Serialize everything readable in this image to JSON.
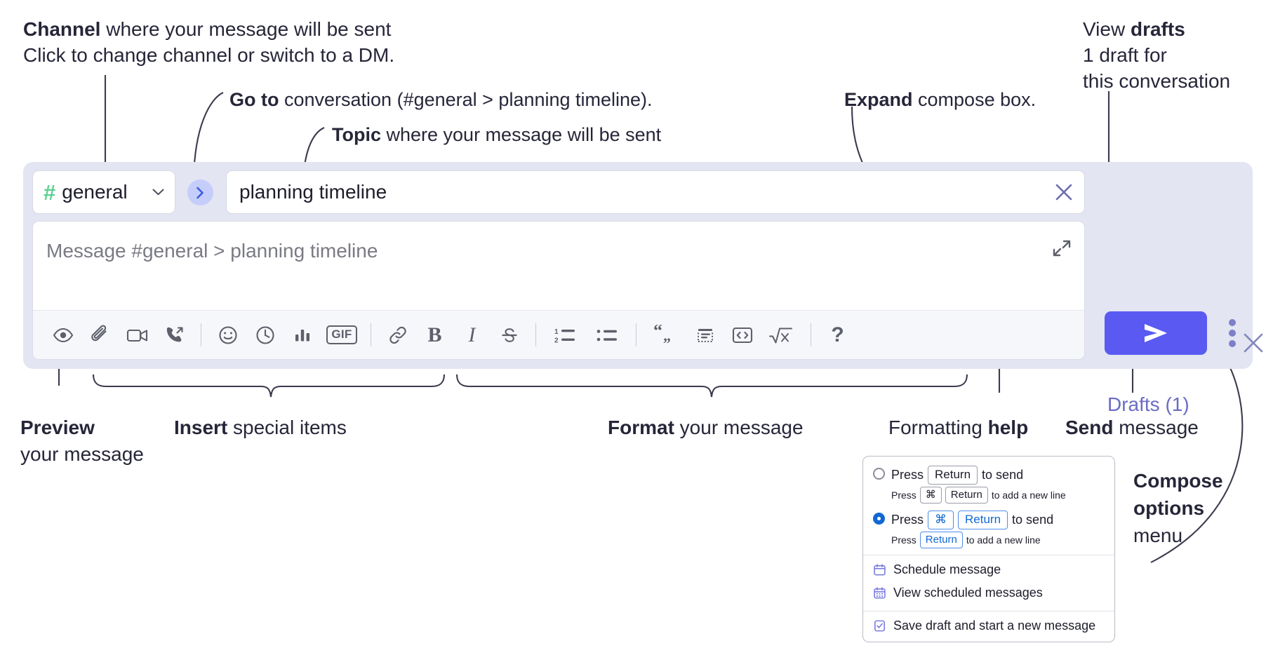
{
  "annotations": {
    "channel": {
      "bold": "Channel",
      "rest": " where your message will be sent",
      "sub": "Click to change channel or switch to a DM."
    },
    "goto": {
      "bold": "Go to",
      "rest": " conversation (#general > planning timeline)."
    },
    "topic": {
      "bold": "Topic",
      "rest": " where your message will be sent"
    },
    "expand": {
      "bold": "Expand",
      "rest": " compose box."
    },
    "drafts": {
      "pre": "View ",
      "bold": "drafts",
      "sub1": "1 draft for",
      "sub2": "this conversation"
    },
    "preview": {
      "bold": "Preview",
      "line2": "your message"
    },
    "insert": {
      "bold": "Insert",
      "rest": " special items"
    },
    "format": {
      "bold": "Format",
      "rest": " your message"
    },
    "help": {
      "pre": "Formatting ",
      "bold": "help"
    },
    "send": {
      "bold": "Send",
      "rest": " message"
    },
    "compose_options": {
      "bold1": "Compose",
      "bold2": "options",
      "rest": "menu"
    }
  },
  "compose": {
    "channel": {
      "hash": "#",
      "name": "general",
      "chevron_icon": "chevron-down-icon"
    },
    "goto_button": {
      "icon": "chevron-right-icon"
    },
    "topic": {
      "value": "planning timeline",
      "clear_icon": "close-x-icon"
    },
    "message": {
      "placeholder": "Message #general > planning timeline",
      "value": "",
      "expand_icon": "expand-diagonal-icon"
    },
    "toolbar": [
      {
        "name": "preview-icon",
        "label": "Preview",
        "kind": "eye"
      },
      {
        "name": "attach-icon",
        "label": "Attach file",
        "kind": "paperclip"
      },
      {
        "name": "video-icon",
        "label": "Video clip",
        "kind": "video"
      },
      {
        "name": "audio-call-icon",
        "label": "Audio clip",
        "kind": "phone"
      },
      {
        "name": "divider-1",
        "kind": "divider"
      },
      {
        "name": "emoji-icon",
        "label": "Emoji",
        "kind": "smiley"
      },
      {
        "name": "reminder-icon",
        "label": "Reminder",
        "kind": "clock"
      },
      {
        "name": "poll-icon",
        "label": "Poll",
        "kind": "bars"
      },
      {
        "name": "gif-icon",
        "label": "GIF",
        "kind": "gif"
      },
      {
        "name": "divider-2",
        "kind": "divider"
      },
      {
        "name": "link-icon",
        "label": "Link",
        "kind": "link"
      },
      {
        "name": "bold-icon",
        "label": "B",
        "kind": "bold"
      },
      {
        "name": "italic-icon",
        "label": "I",
        "kind": "italic"
      },
      {
        "name": "strikethrough-icon",
        "label": "Strikethrough",
        "kind": "strike"
      },
      {
        "name": "divider-3",
        "kind": "divider"
      },
      {
        "name": "ordered-list-icon",
        "label": "Numbered list",
        "kind": "ol"
      },
      {
        "name": "bulleted-list-icon",
        "label": "Bulleted list",
        "kind": "ul"
      },
      {
        "name": "divider-4",
        "kind": "divider"
      },
      {
        "name": "blockquote-icon",
        "label": "Blockquote",
        "kind": "quote"
      },
      {
        "name": "code-block-icon",
        "label": "Code block",
        "kind": "codeblock"
      },
      {
        "name": "inline-code-icon",
        "label": "Code",
        "kind": "code"
      },
      {
        "name": "math-icon",
        "label": "Math",
        "kind": "math"
      },
      {
        "name": "divider-5",
        "kind": "divider"
      },
      {
        "name": "formatting-help-icon",
        "label": "?",
        "kind": "help"
      }
    ],
    "send_button": {
      "icon": "send-paper-plane-icon"
    },
    "kebab_button": {
      "icon": "vertical-dots-icon"
    },
    "close_button": {
      "icon": "close-x-icon"
    },
    "drafts_link": "Drafts (1)"
  },
  "options_menu": {
    "radio_options": [
      {
        "selected": false,
        "main": [
          {
            "t": "Press",
            "k": false
          },
          {
            "t": "Return",
            "k": true
          },
          {
            "t": "to send",
            "k": false
          }
        ],
        "sub": [
          {
            "t": "Press",
            "k": false
          },
          {
            "t": "⌘",
            "k": true
          },
          {
            "t": "Return",
            "k": true
          },
          {
            "t": "to add a new line",
            "k": false
          }
        ]
      },
      {
        "selected": true,
        "main": [
          {
            "t": "Press",
            "k": false
          },
          {
            "t": "⌘",
            "k": true,
            "blue": true
          },
          {
            "t": "Return",
            "k": true,
            "blue": true
          },
          {
            "t": "to send",
            "k": false
          }
        ],
        "sub": [
          {
            "t": "Press",
            "k": false
          },
          {
            "t": "Return",
            "k": true,
            "blue": true
          },
          {
            "t": "to add a new line",
            "k": false
          }
        ]
      }
    ],
    "items_group_1": [
      {
        "icon": "calendar-icon",
        "label": "Schedule message"
      },
      {
        "icon": "calendar-grid-icon",
        "label": "View scheduled messages"
      }
    ],
    "items_group_2": [
      {
        "icon": "document-check-icon",
        "label": "Save draft and start a new message"
      }
    ]
  },
  "colors": {
    "compose_bg": "#e3e5f2",
    "send_button": "#5a5af2",
    "channel_hash": "#5fcf92",
    "goto_button": "#c5cdfb",
    "drafts_text": "#6b6cc4",
    "radio_selected": "#1268d3",
    "menu_icon": "#7b7ce0"
  }
}
